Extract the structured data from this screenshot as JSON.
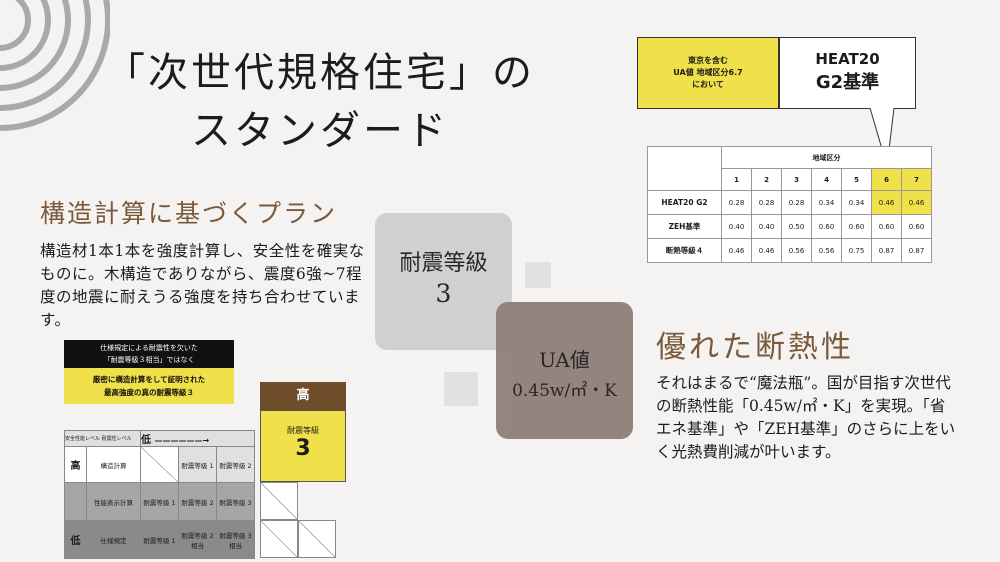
{
  "title": {
    "line1": "「次世代規格住宅」の",
    "line2": "スタンダード"
  },
  "section1": {
    "heading": "構造計算に基づくプラン",
    "body": "構造材1本1本を強度計算し、安全性を確実なものに。木構造でありながら、震度6強~7程度の地震に耐えうる強度を持ち合わせています。"
  },
  "section2": {
    "heading": "優れた断熱性",
    "body": "それはまるで“魔法瓶”。国が目指す次世代の断熱性能「0.45w/㎡・K」を実現。「省エネ基準」や「ZEH基準」のさらに上をいく光熱費削減が叶います。"
  },
  "center": {
    "seismic_label": "耐震等級",
    "seismic_value": "3",
    "ua_label": "UA値",
    "ua_value": "0.45w/㎡・K"
  },
  "seismic_graphic": {
    "black_line1": "仕様規定による耐震性を欠いた",
    "black_line2": "「耐震等級３相当」ではなく",
    "yellow_line1": "厳密に構造計算をして証明された",
    "yellow_line2": "最高強度の真の耐震等級３",
    "high_label": "高",
    "high_sub": "耐震等級",
    "high_value": "3",
    "low_label": "低",
    "axis_low": "低",
    "axis_high": "高",
    "corner_a": "安全性能レベル",
    "corner_b": "耐震性レベル",
    "rows": [
      {
        "label": "構造計算",
        "cells": [
          "",
          "耐震等級 1",
          "耐震等級 2"
        ]
      },
      {
        "label": "性能表示計算",
        "cells": [
          "耐震等級 1",
          "耐震等級 2",
          "耐震等級 3"
        ]
      },
      {
        "label": "仕様規定",
        "cells": [
          "耐震等級 1",
          "耐震等級 2 相当",
          "耐震等級 3 相当"
        ]
      }
    ]
  },
  "heat_table": {
    "callout_left": [
      "東京を含む",
      "UA値 地域区分6.7",
      "において"
    ],
    "callout_right_1": "HEAT20",
    "callout_right_2": "G2基準",
    "region_header": "地域区分",
    "columns": [
      "1",
      "2",
      "3",
      "4",
      "5",
      "6",
      "7"
    ],
    "highlight_columns": [
      5,
      6
    ],
    "rows": [
      {
        "label": "HEAT20 G2",
        "values": [
          "0.28",
          "0.28",
          "0.28",
          "0.34",
          "0.34",
          "0.46",
          "0.46"
        ]
      },
      {
        "label": "ZEH基準",
        "values": [
          "0.40",
          "0.40",
          "0.50",
          "0.60",
          "0.60",
          "0.60",
          "0.60"
        ]
      },
      {
        "label": "断熱等級４",
        "values": [
          "0.46",
          "0.46",
          "0.56",
          "0.56",
          "0.75",
          "0.87",
          "0.87"
        ]
      }
    ]
  },
  "colors": {
    "accent_brown": "#7b5a3c",
    "yellow": "#f0e04a",
    "background": "#f4f3f1"
  }
}
